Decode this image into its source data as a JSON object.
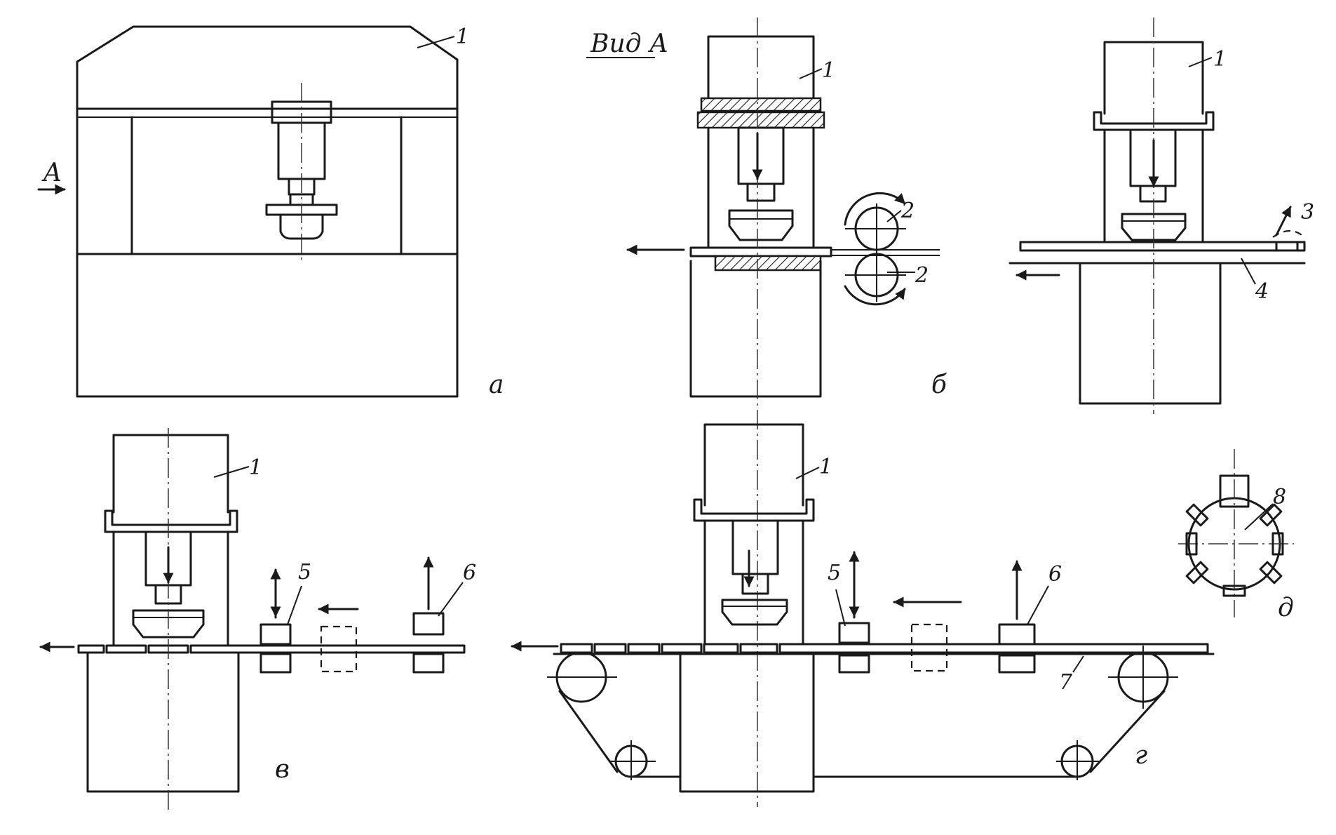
{
  "figure": {
    "view_title": "Вид А",
    "view_arrow_label": "A",
    "captions": {
      "a": "а",
      "b": "б",
      "v": "в",
      "g": "г",
      "d": "д"
    },
    "callouts": {
      "press": "1",
      "rollers": "2",
      "finger": "3",
      "strip": "4",
      "form": "5",
      "form_next": "6",
      "belt": "7",
      "drum": "8"
    }
  }
}
